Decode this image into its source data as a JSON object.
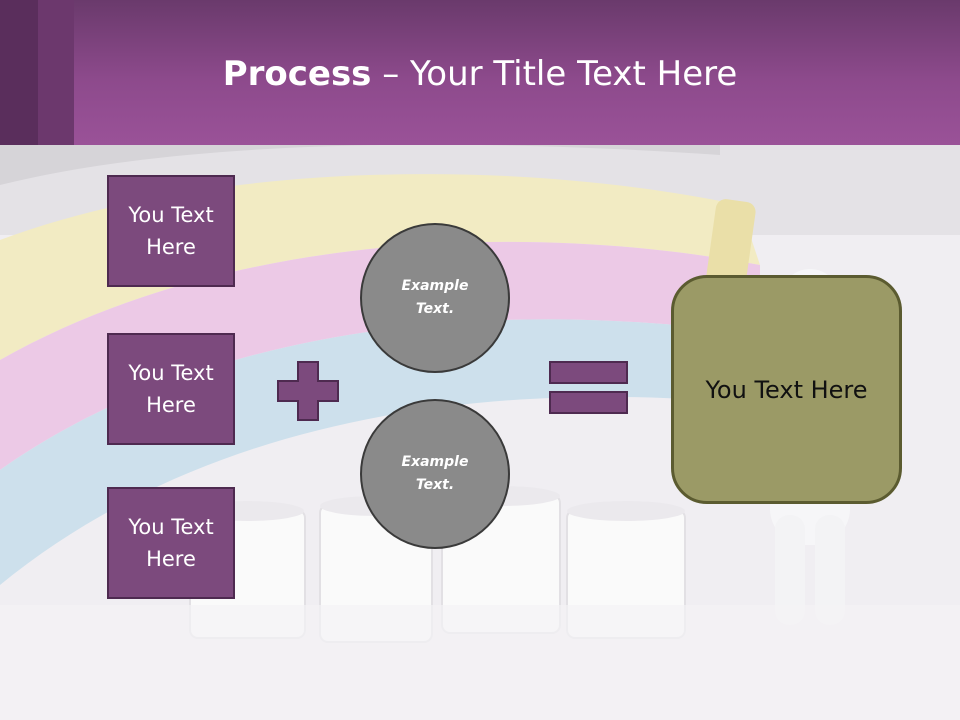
{
  "header": {
    "title_bold": "Process",
    "title_rest": " – Your Title Text Here"
  },
  "boxes": [
    {
      "label": "You Text Here"
    },
    {
      "label": "You Text Here"
    },
    {
      "label": "You Text Here"
    }
  ],
  "circles": [
    {
      "label": "Example Text."
    },
    {
      "label": "Example Text."
    }
  ],
  "result": {
    "label": "You Text Here"
  },
  "colors": {
    "header": "#8d4a8c",
    "box_fill": "#7c4a7d",
    "circle_fill": "#8a8a8a",
    "result_fill": "#9b9a66",
    "operator_fill": "#7c4a7d"
  }
}
